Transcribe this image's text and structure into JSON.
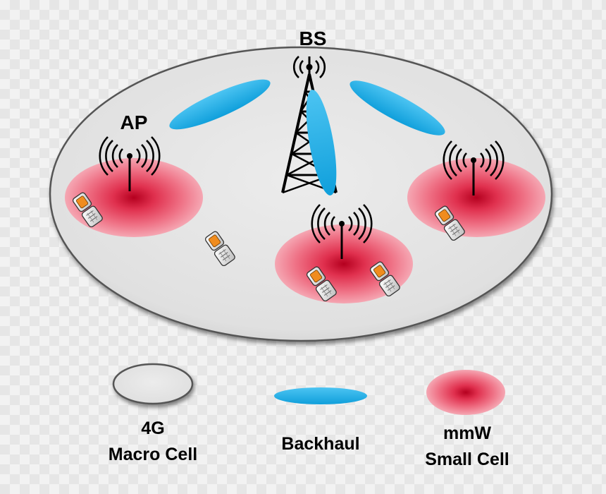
{
  "diagram": {
    "bs_label": "BS",
    "ap_label": "AP",
    "colors": {
      "macro_fill": "#e4e4e4",
      "macro_edge": "#555555",
      "backhaul": "#1eaee8",
      "small_cell_center": "#c8102e",
      "small_cell_edge": "#f4a5b0",
      "phone_screen": "#f08c1e"
    },
    "icons": [
      "tower-icon",
      "antenna-icon",
      "phone-icon"
    ]
  },
  "legend": {
    "macro_line1": "4G",
    "macro_line2": "Macro Cell",
    "backhaul": "Backhaul",
    "small_line1": "mmW",
    "small_line2": "Small Cell"
  }
}
